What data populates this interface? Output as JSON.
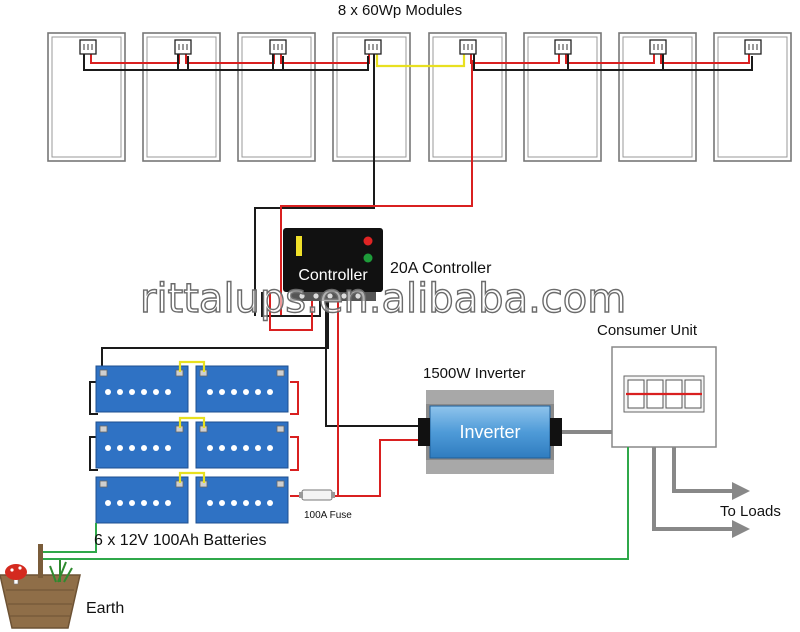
{
  "title": "8 x 60Wp Modules",
  "controller": {
    "display_text": "Controller",
    "label": "20A Controller"
  },
  "inverter": {
    "body_text": "Inverter",
    "label": "1500W Inverter"
  },
  "consumer_unit": {
    "label": "Consumer Unit"
  },
  "loads": {
    "label": "To Loads"
  },
  "fuse": {
    "label": "100A Fuse"
  },
  "batteries": {
    "label": "6 x 12V 100Ah Batteries"
  },
  "earth": {
    "label": "Earth"
  },
  "watermark": "rittalups.en.alibaba.com",
  "colors": {
    "positive_wire": "#d92020",
    "negative_wire": "#1a1a1a",
    "link_wire": "#e8e020",
    "earth_wire": "#2fa84a",
    "battery": "#2f72c4",
    "inverter": "#5ba3dd",
    "controller": "#111111"
  }
}
